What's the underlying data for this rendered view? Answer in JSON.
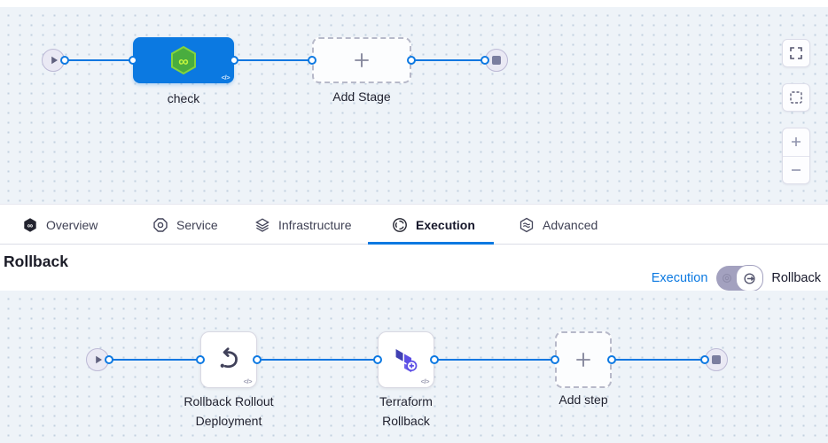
{
  "stage_canvas": {
    "stage_label": "check",
    "add_stage_label": "Add Stage"
  },
  "tabs": {
    "overview": "Overview",
    "service": "Service",
    "infrastructure": "Infrastructure",
    "execution": "Execution",
    "advanced": "Advanced"
  },
  "section_header": {
    "title": "Rollback",
    "mode_execution": "Execution",
    "mode_rollback": "Rollback"
  },
  "execution_canvas": {
    "step1_label": "Rollback Rollout Deployment",
    "step2_label": "Terraform Rollback",
    "add_step_label": "Add step"
  },
  "badges": {
    "code": "</>"
  },
  "icons": {
    "infinity": "∞"
  },
  "colors": {
    "primary_blue": "#0b79e1",
    "hexagon_green": "#49ad3f",
    "terraform_purple": "#5c4ee5",
    "canvas_bg": "#eef3f8"
  }
}
